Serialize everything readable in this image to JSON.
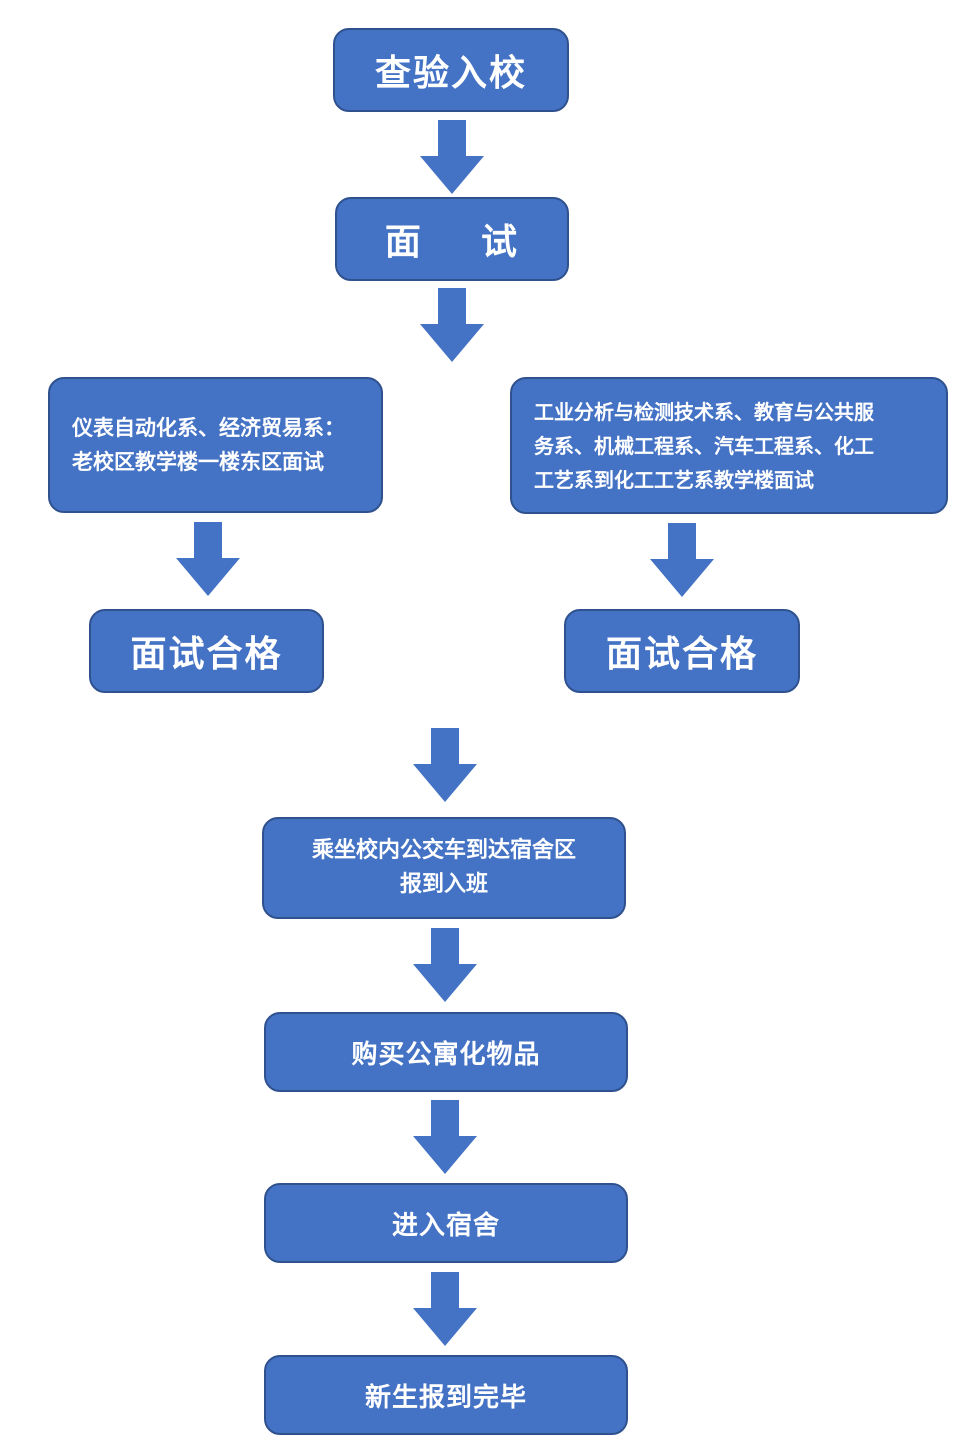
{
  "flow": {
    "step1": "查验入校",
    "step2": "面    试",
    "branch_left": "仪表自动化系、经济贸易系：\n老校区教学楼一楼东区面试",
    "branch_right": "工业分析与检测技术系、教育与公共服\n务系、机械工程系、汽车工程系、化工\n工艺系到化工工艺系教学楼面试",
    "pass_left": "面试合格",
    "pass_right": "面试合格",
    "step_bus": "乘坐校内公交车到达宿舍区\n报到入班",
    "step_buy": "购买公寓化物品",
    "step_dorm": "进入宿舍",
    "step_done": "新生报到完毕"
  },
  "colors": {
    "box_fill": "#4472c4",
    "box_border": "#2f528f",
    "arrow_fill": "#4472c4",
    "text": "#ffffff"
  }
}
